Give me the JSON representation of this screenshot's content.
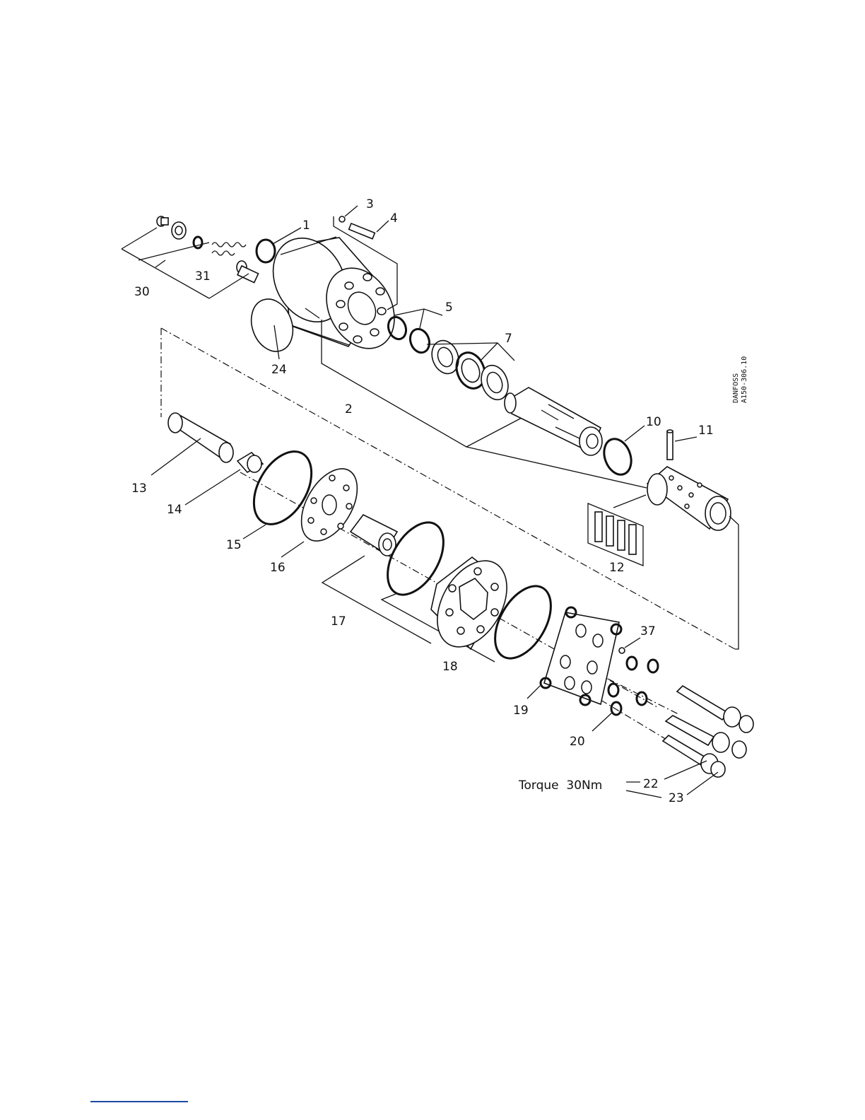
{
  "diagram": {
    "brand_tag": "DANFOSS",
    "code_tag": "A150-306.10",
    "torque_note": "Torque  30Nm",
    "callouts": [
      {
        "id": "c1",
        "text": "1"
      },
      {
        "id": "c2",
        "text": "2"
      },
      {
        "id": "c3",
        "text": "3"
      },
      {
        "id": "c4",
        "text": "4"
      },
      {
        "id": "c5",
        "text": "5"
      },
      {
        "id": "c7",
        "text": "7"
      },
      {
        "id": "c10",
        "text": "10"
      },
      {
        "id": "c11",
        "text": "11"
      },
      {
        "id": "c12",
        "text": "12"
      },
      {
        "id": "c13",
        "text": "13"
      },
      {
        "id": "c14",
        "text": "14"
      },
      {
        "id": "c15",
        "text": "15"
      },
      {
        "id": "c16",
        "text": "16"
      },
      {
        "id": "c17",
        "text": "17"
      },
      {
        "id": "c18",
        "text": "18"
      },
      {
        "id": "c19",
        "text": "19"
      },
      {
        "id": "c20",
        "text": "20"
      },
      {
        "id": "c22",
        "text": "22"
      },
      {
        "id": "c23",
        "text": "23"
      },
      {
        "id": "c24",
        "text": "24"
      },
      {
        "id": "c30",
        "text": "30"
      },
      {
        "id": "c31",
        "text": "31"
      },
      {
        "id": "c37",
        "text": "37"
      }
    ]
  }
}
